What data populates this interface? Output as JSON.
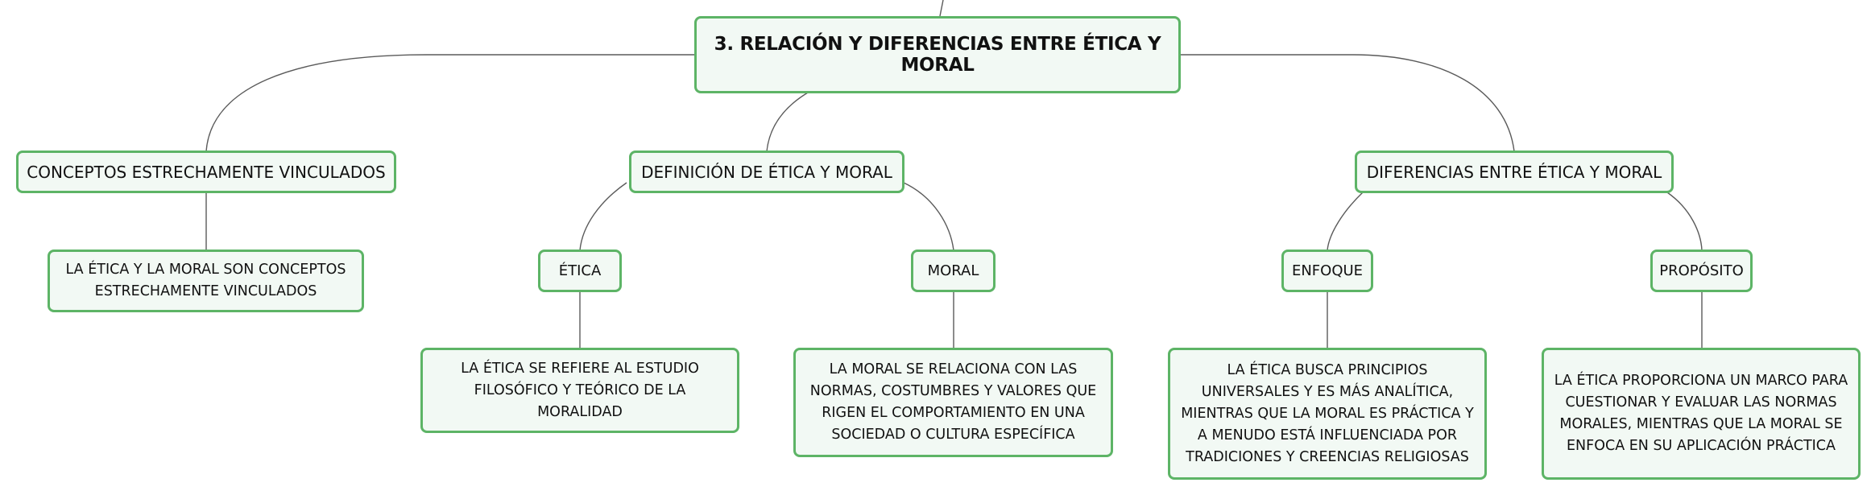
{
  "root": {
    "label": "3. RELACIÓN Y DIFERENCIAS ENTRE ÉTICA Y MORAL"
  },
  "branches": {
    "conceptos": {
      "label": "CONCEPTOS ESTRECHAMENTE VINCULADOS",
      "leaf": "LA ÉTICA Y LA MORAL SON CONCEPTOS ESTRECHAMENTE VINCULADOS"
    },
    "definicion": {
      "label": "DEFINICIÓN DE ÉTICA Y MORAL",
      "etica": {
        "label": "ÉTICA",
        "leaf": "LA ÉTICA SE REFIERE AL ESTUDIO FILOSÓFICO Y TEÓRICO DE LA MORALIDAD"
      },
      "moral": {
        "label": "MORAL",
        "leaf": "LA MORAL SE RELACIONA CON LAS NORMAS, COSTUMBRES Y VALORES QUE RIGEN EL COMPORTAMIENTO EN UNA SOCIEDAD O CULTURA ESPECÍFICA"
      }
    },
    "diferencias": {
      "label": "DIFERENCIAS ENTRE ÉTICA Y MORAL",
      "enfoque": {
        "label": "ENFOQUE",
        "leaf": "LA ÉTICA BUSCA PRINCIPIOS UNIVERSALES Y ES MÁS ANALÍTICA, MIENTRAS QUE LA MORAL ES PRÁCTICA Y A MENUDO ESTÁ INFLUENCIADA POR TRADICIONES Y CREENCIAS RELIGIOSAS"
      },
      "proposito": {
        "label": "PROPÓSITO",
        "leaf": "LA ÉTICA PROPORCIONA UN MARCO PARA CUESTIONAR Y EVALUAR LAS NORMAS MORALES, MIENTRAS QUE LA MORAL SE ENFOCA EN SU APLICACIÓN PRÁCTICA"
      }
    }
  },
  "colors": {
    "node_border": "#5db466",
    "node_fill": "#f2f9f4",
    "connector": "#5a5a5a"
  }
}
